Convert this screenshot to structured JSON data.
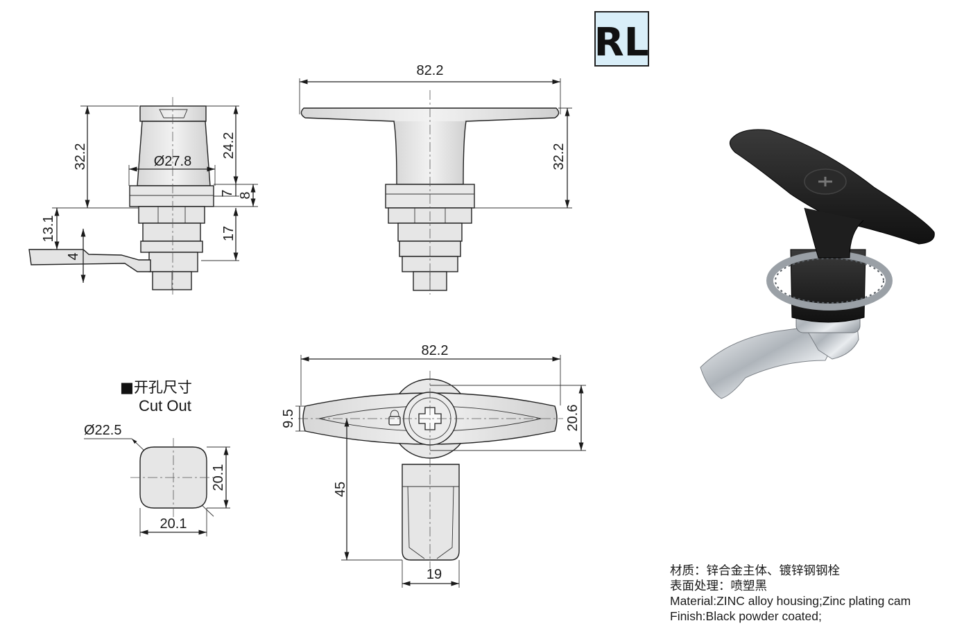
{
  "model_badge": "RL",
  "side_view": {
    "dims": [
      "32.2",
      "24.2",
      "Ø27.8",
      "7",
      "8",
      "13.1",
      "17",
      "4"
    ]
  },
  "front_view": {
    "dims": [
      "82.2",
      "32.2"
    ]
  },
  "top_view": {
    "dims": [
      "82.2",
      "9.5",
      "20.6",
      "45",
      "19"
    ]
  },
  "cutout": {
    "title_cn": "■开孔尺寸",
    "title_en": "Cut Out",
    "dims": [
      "Ø22.5",
      "20.1",
      "20.1"
    ]
  },
  "notes": {
    "material_cn": "材质：锌合金主体、镀锌钢钢栓",
    "finish_cn": "表面处理：喷塑黑",
    "material_en": "Material:ZINC alloy housing;Zinc plating cam",
    "finish_en": "Finish:Black powder coated;"
  },
  "colors": {
    "part_fill": "#e6e6e6",
    "part_shade": "#cfcfcf",
    "badge_fill": "#d9eef8",
    "handle_black": "#1c1c1c",
    "chrome": "#c8ccd0"
  },
  "icons": [
    "lock-icon",
    "cross-screw-icon"
  ]
}
